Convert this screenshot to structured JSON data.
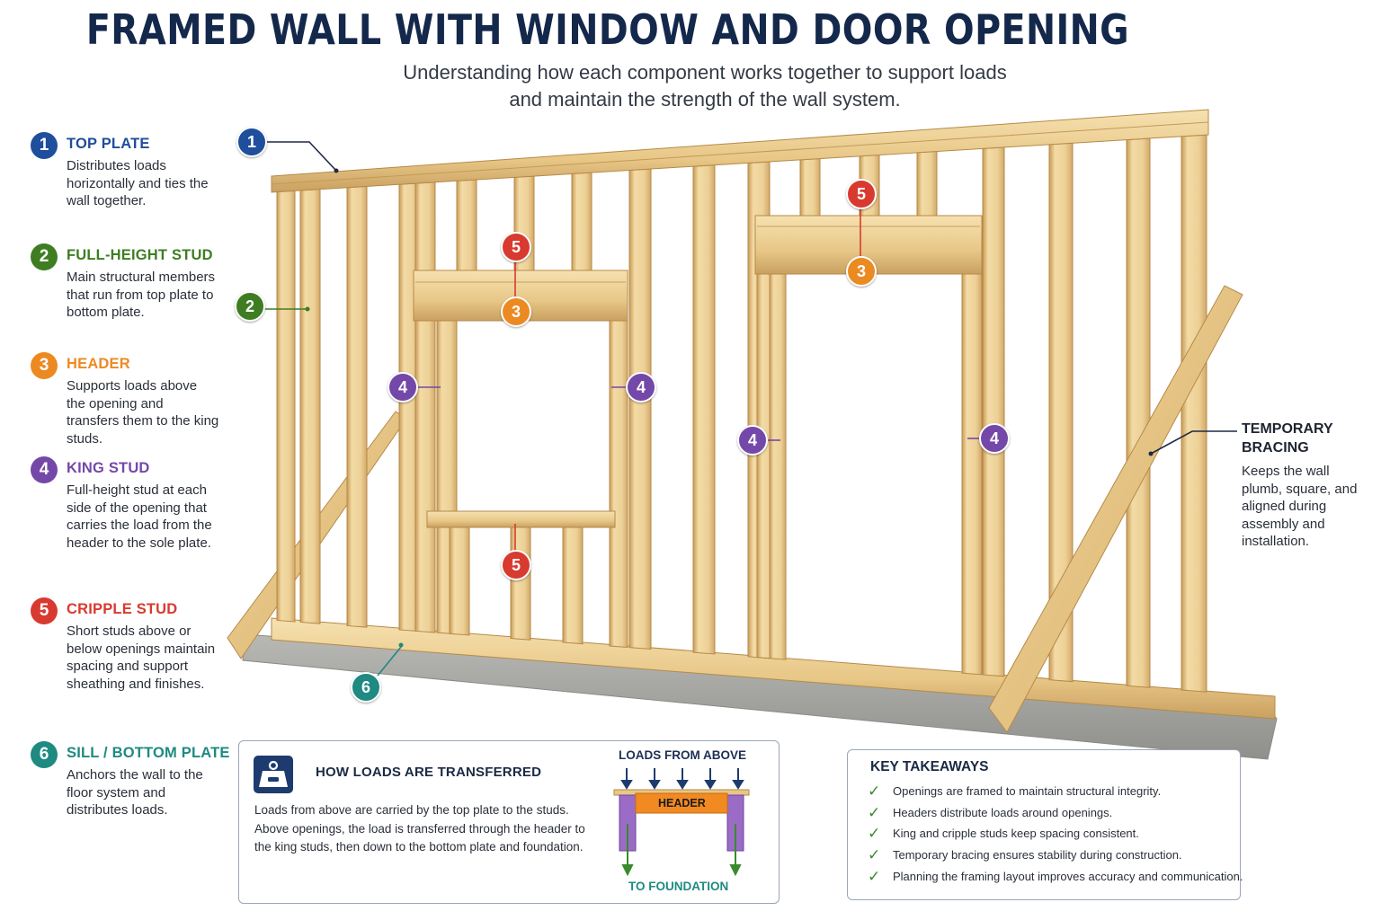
{
  "title": "FRAMED WALL WITH WINDOW AND DOOR OPENING",
  "subtitle": {
    "line1": "Understanding how each component works together to support loads",
    "line2": "and maintain the strength of the wall system."
  },
  "legend": [
    {
      "number": "1",
      "title": "TOP PLATE",
      "color": "#1e4e9c",
      "description": "Distributes loads horizontally and ties the wall together."
    },
    {
      "number": "2",
      "title": "FULL-HEIGHT STUD",
      "color": "#3e7d22",
      "description": "Main structural members that run from top plate to bottom plate."
    },
    {
      "number": "3",
      "title": "HEADER",
      "color": "#ec8a22",
      "description": "Supports loads above the opening and transfers them to the king studs."
    },
    {
      "number": "4",
      "title": "KING STUD",
      "color": "#7448a8",
      "description": "Full-height stud at each side of the opening that carries the load from the header to the sole plate."
    },
    {
      "number": "5",
      "title": "CRIPPLE STUD",
      "color": "#d83a30",
      "description": "Short studs above or below openings maintain spacing and support sheathing and finishes."
    },
    {
      "number": "6",
      "title": "SILL / BOTTOM PLATE",
      "color": "#1e8a82",
      "description": "Anchors the wall to the floor system and distributes loads."
    }
  ],
  "callouts": {
    "top_plate": "1",
    "full_height_stud": "2",
    "header_window": "3",
    "header_door": "3",
    "king_stud": "4",
    "cripple_stud": "5",
    "bottom_plate": "6"
  },
  "temporary_bracing": {
    "title_line1": "TEMPORARY",
    "title_line2": "BRACING",
    "description": "Keeps the wall plumb, square, and aligned during assembly and installation."
  },
  "load_transfer": {
    "title": "HOW LOADS ARE TRANSFERRED",
    "description": "Loads from above are carried by the top plate to the studs. Above openings, the load is transferred through the header to the king studs, then down to the bottom plate and foundation.",
    "loads_label": "LOADS FROM ABOVE",
    "header_label": "HEADER",
    "foundation_label": "TO FOUNDATION"
  },
  "key_takeaways": {
    "title": "KEY TAKEAWAYS",
    "items": [
      "Openings are framed to maintain structural integrity.",
      "Headers distribute loads around openings.",
      "King and cripple studs keep spacing consistent.",
      "Temporary bracing ensures stability during construction.",
      "Planning the framing layout improves accuracy and communication."
    ]
  },
  "colors": {
    "wood_light": "#f1d79e",
    "wood_mid": "#e2bd78",
    "wood_dark": "#c79a52",
    "concrete": "#a7a7a4",
    "navy": "#14284b",
    "check_green": "#3a8a2e"
  }
}
